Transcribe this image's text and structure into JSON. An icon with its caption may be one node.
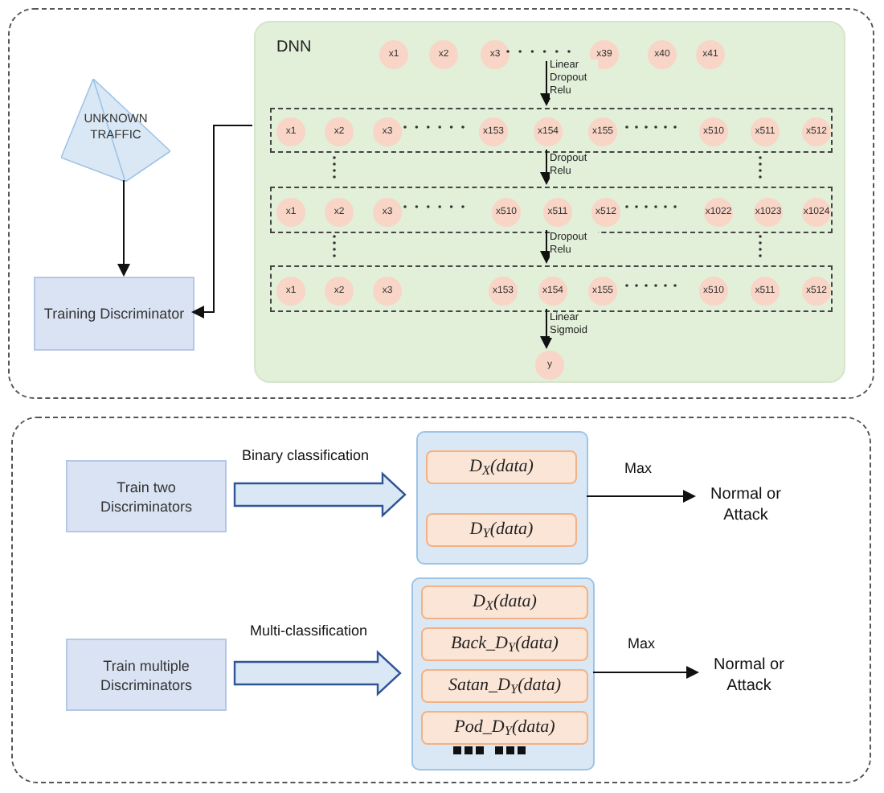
{
  "diagram": {
    "nodes": [
      {
        "text": [],
        "shape": "box"
      },
      {
        "text": [
          "UNKNOWN TRAFFIC"
        ],
        "in": 0
      },
      {
        "text": [
          "Training Discriminator"
        ],
        "in": 0
      },
      {
        "text": [
          "DNN"
        ],
        "in": 0
      },
      {
        "text": [
          "x1"
        ],
        "in": 3
      },
      {
        "text": [
          "x2"
        ],
        "in": 3
      },
      {
        "text": [
          "x3"
        ],
        "in": 3
      },
      {
        "text": [
          "x39"
        ],
        "in": 3
      },
      {
        "text": [
          "x40"
        ],
        "in": 3
      },
      {
        "text": [
          "x41"
        ],
        "in": 3
      },
      {
        "text": [],
        "shape": "box",
        "in": 3
      },
      {
        "text": [
          "x1"
        ],
        "in": 10
      },
      {
        "text": [
          "x2"
        ],
        "in": 10
      },
      {
        "text": [
          "x3"
        ],
        "in": 10
      },
      {
        "text": [
          "x153"
        ],
        "in": 10
      },
      {
        "text": [
          "x154"
        ],
        "in": 10
      },
      {
        "text": [
          "x155"
        ],
        "in": 10
      },
      {
        "text": [
          "x510"
        ],
        "in": 10
      },
      {
        "text": [
          "x511"
        ],
        "in": 10
      },
      {
        "text": [
          "x512"
        ],
        "in": 10
      },
      {
        "text": [],
        "shape": "box",
        "in": 3
      },
      {
        "text": [
          "x1"
        ],
        "in": 20
      },
      {
        "text": [
          "x2"
        ],
        "in": 20
      },
      {
        "text": [
          "x3"
        ],
        "in": 20
      },
      {
        "text": [
          "x510"
        ],
        "in": 20
      },
      {
        "text": [
          "x511"
        ],
        "in": 20
      },
      {
        "text": [
          "x512"
        ],
        "in": 20
      },
      {
        "text": [
          "x1022"
        ],
        "in": 20
      },
      {
        "text": [
          "x1023"
        ],
        "in": 20
      },
      {
        "text": [
          "x1024"
        ],
        "in": 20
      },
      {
        "text": [],
        "shape": "box",
        "in": 3
      },
      {
        "text": [
          "x1"
        ],
        "in": 30
      },
      {
        "text": [
          "x2"
        ],
        "in": 30
      },
      {
        "text": [
          "x3"
        ],
        "in": 30
      },
      {
        "text": [
          "x153"
        ],
        "in": 30
      },
      {
        "text": [
          "x154"
        ],
        "in": 30
      },
      {
        "text": [
          "x155"
        ],
        "in": 30
      },
      {
        "text": [
          "x510"
        ],
        "in": 30
      },
      {
        "text": [
          "x511"
        ],
        "in": 30
      },
      {
        "text": [
          "x512"
        ],
        "in": 30
      },
      {
        "text": [
          "y"
        ],
        "in": 3
      },
      {
        "text": [],
        "shape": "box"
      },
      {
        "text": [
          "Train two Discriminators"
        ],
        "in": 41
      },
      {
        "text": [],
        "shape": "box",
        "in": 41
      },
      {
        "text": [
          "D$_{X}$(data)"
        ],
        "in": 43
      },
      {
        "text": [
          "D$_{Y}$(data)"
        ],
        "in": 43
      },
      {
        "text": [
          "Normal or Attack"
        ],
        "in": 41
      },
      {
        "text": [
          "Train multiple Discriminators"
        ],
        "in": 41
      },
      {
        "text": [],
        "shape": "box",
        "in": 41
      },
      {
        "text": [
          "D$_{X}$(data)"
        ],
        "in": 48
      },
      {
        "text": [
          "Back_D$_{Y}$(data)"
        ],
        "in": 48
      },
      {
        "text": [
          "Satan_D$_{Y}$(data)"
        ],
        "in": 48
      },
      {
        "text": [
          "Pod_D$_{Y}$(data)"
        ],
        "in": 48
      },
      {
        "text": [
          "Normal or Attack"
        ],
        "in": 41
      }
    ],
    "edges": [
      {
        "from": null,
        "to": 10,
        "arrow": "to",
        "label": "Linear Dropout Relu"
      },
      {
        "from": 10,
        "to": 20,
        "arrow": "to",
        "label": "Dropout Relu"
      },
      {
        "from": 20,
        "to": 30,
        "arrow": "to",
        "label": "Dropout Relu"
      },
      {
        "from": 30,
        "to": 40,
        "arrow": "to",
        "label": "Linear Sigmoid"
      },
      {
        "from": 1,
        "to": 2,
        "arrow": "to"
      },
      {
        "from": 3,
        "to": 2,
        "arrow": "to"
      },
      {
        "from": 42,
        "to": 43,
        "arrow": "to",
        "label": "Binary classification",
        "style": "thick",
        "color": "#2f5597"
      },
      {
        "from": 43,
        "to": 46,
        "arrow": "to",
        "label": "Max"
      },
      {
        "from": 47,
        "to": 48,
        "arrow": "to",
        "label": "Multi-classification",
        "style": "thick",
        "color": "#2f5597"
      },
      {
        "from": 48,
        "to": 53,
        "arrow": "to",
        "label": "Max"
      }
    ]
  }
}
